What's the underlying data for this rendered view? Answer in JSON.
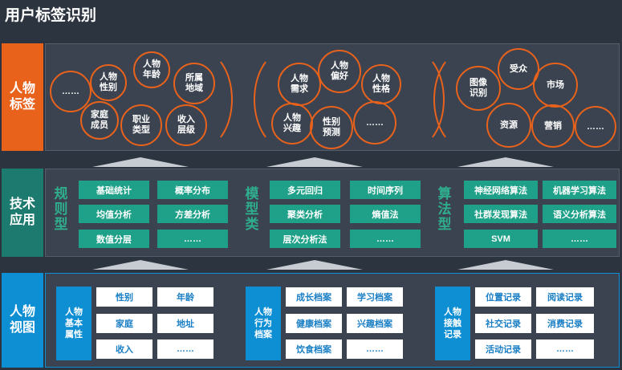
{
  "title": "用户标签识别",
  "tags_row": {
    "label": [
      "人物",
      "标签"
    ],
    "circles": [
      {
        "lines": [
          "……"
        ]
      },
      {
        "lines": [
          "人物",
          "性别"
        ]
      },
      {
        "lines": [
          "人物",
          "年龄"
        ]
      },
      {
        "lines": [
          "所属",
          "地域"
        ]
      },
      {
        "lines": [
          "家庭",
          "成员"
        ]
      },
      {
        "lines": [
          "职业",
          "类型"
        ]
      },
      {
        "lines": [
          "收入",
          "层级"
        ]
      },
      {
        "lines": [
          "人物",
          "需求"
        ]
      },
      {
        "lines": [
          "人物",
          "偏好"
        ]
      },
      {
        "lines": [
          "人物",
          "性格"
        ]
      },
      {
        "lines": [
          "人物",
          "兴趣"
        ]
      },
      {
        "lines": [
          "性别",
          "预测"
        ]
      },
      {
        "lines": [
          "……"
        ]
      },
      {
        "lines": [
          "图像",
          "识别"
        ]
      },
      {
        "lines": [
          "受众"
        ]
      },
      {
        "lines": [
          "市场"
        ]
      },
      {
        "lines": [
          "资源"
        ]
      },
      {
        "lines": [
          "营销"
        ]
      },
      {
        "lines": [
          "……"
        ]
      }
    ]
  },
  "tech_row": {
    "label": [
      "技术",
      "应用"
    ],
    "groups": [
      {
        "vlabel": [
          "规",
          "则",
          "型"
        ],
        "items": [
          "基础统计",
          "概率分布",
          "均值分析",
          "方差分析",
          "数值分层",
          "……"
        ]
      },
      {
        "vlabel": [
          "模",
          "型",
          "类"
        ],
        "items": [
          "多元回归",
          "时间序列",
          "聚类分析",
          "熵值法",
          "层次分析法",
          "……"
        ]
      },
      {
        "vlabel": [
          "算",
          "法",
          "型"
        ],
        "items": [
          "神经网络算法",
          "机器学习算法",
          "社群发现算法",
          "语义分析算法",
          "SVM",
          "……"
        ]
      }
    ]
  },
  "view_row": {
    "label": [
      "人物",
      "视图"
    ],
    "groups": [
      {
        "sublabel": [
          "人物",
          "基本",
          "属性"
        ],
        "items": [
          "性别",
          "年龄",
          "家庭",
          "地址",
          "收入",
          "……"
        ]
      },
      {
        "sublabel": [
          "人物",
          "行为",
          "档案"
        ],
        "items": [
          "成长档案",
          "学习档案",
          "健康档案",
          "兴趣档案",
          "饮食档案",
          "……"
        ]
      },
      {
        "sublabel": [
          "人物",
          "接触",
          "记录"
        ],
        "items": [
          "位置记录",
          "阅读记录",
          "社交记录",
          "消费记录",
          "活动记录",
          "……"
        ]
      }
    ]
  },
  "colors": {
    "orange": "#e8621c",
    "teal": "#1fa088",
    "blue": "#0e8fd4",
    "background": "#2c3440"
  }
}
